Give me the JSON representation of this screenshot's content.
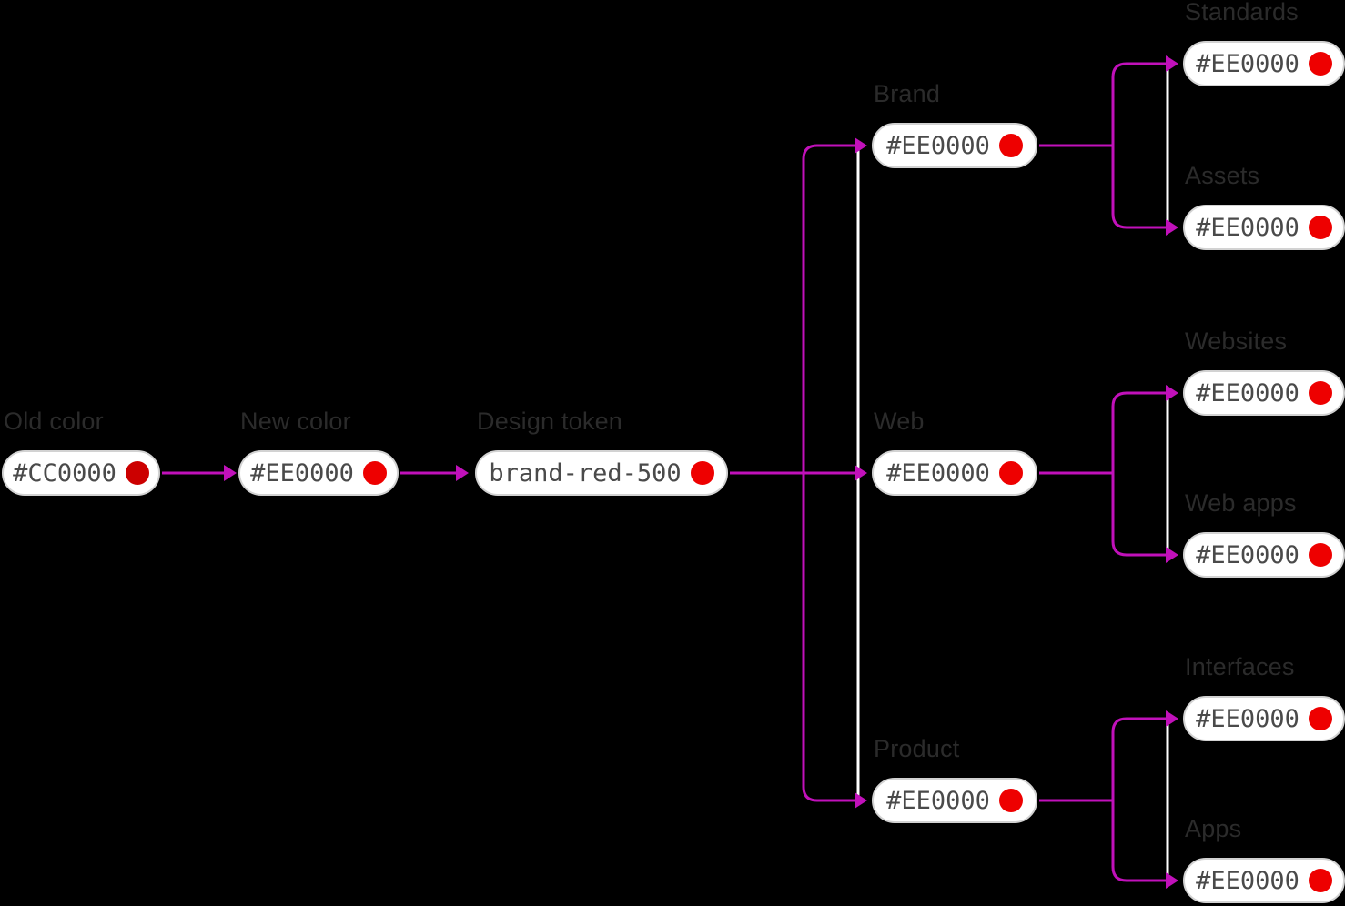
{
  "diagram": {
    "background": "#000000",
    "colors": {
      "connector": "#C111BA",
      "sibling_line": "#FFFFFF",
      "pill_background": "#FFFFFF",
      "pill_border": "#D2D2D2",
      "pill_text": "#4A4A4A",
      "label_text": "#2B2B2B"
    },
    "nodes": [
      {
        "id": "old-color",
        "label": "Old color",
        "value": "#CC0000",
        "dot": "#CC0000"
      },
      {
        "id": "new-color",
        "label": "New color",
        "value": "#EE0000",
        "dot": "#EE0000"
      },
      {
        "id": "design-token",
        "label": "Design token",
        "value": "brand-red-500",
        "dot": "#EE0000"
      },
      {
        "id": "brand",
        "label": "Brand",
        "value": "#EE0000",
        "dot": "#EE0000"
      },
      {
        "id": "web",
        "label": "Web",
        "value": "#EE0000",
        "dot": "#EE0000"
      },
      {
        "id": "product",
        "label": "Product",
        "value": "#EE0000",
        "dot": "#EE0000"
      },
      {
        "id": "standards",
        "label": "Standards",
        "value": "#EE0000",
        "dot": "#EE0000"
      },
      {
        "id": "assets",
        "label": "Assets",
        "value": "#EE0000",
        "dot": "#EE0000"
      },
      {
        "id": "websites",
        "label": "Websites",
        "value": "#EE0000",
        "dot": "#EE0000"
      },
      {
        "id": "web-apps",
        "label": "Web apps",
        "value": "#EE0000",
        "dot": "#EE0000"
      },
      {
        "id": "interfaces",
        "label": "Interfaces",
        "value": "#EE0000",
        "dot": "#EE0000"
      },
      {
        "id": "apps",
        "label": "Apps",
        "value": "#EE0000",
        "dot": "#EE0000"
      }
    ]
  }
}
